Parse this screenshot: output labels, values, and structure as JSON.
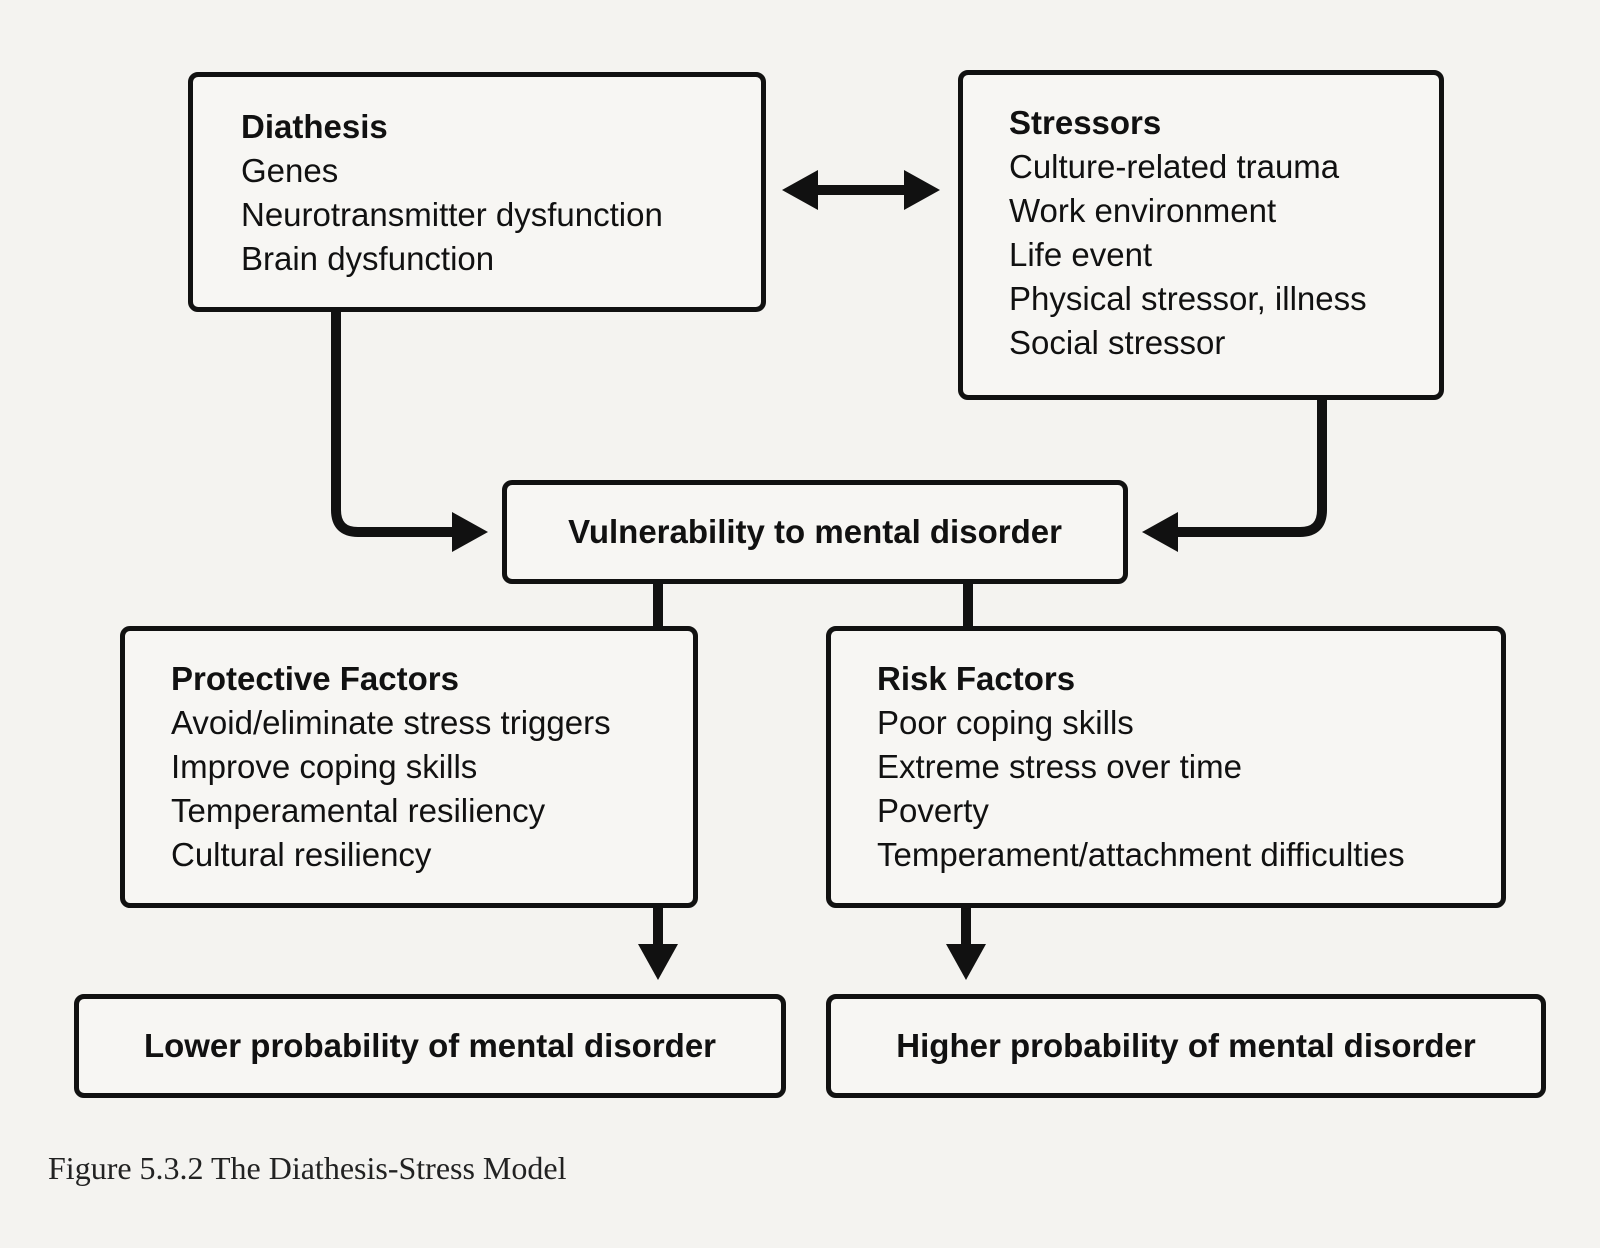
{
  "diathesis": {
    "title": "Diathesis",
    "items": [
      "Genes",
      "Neurotransmitter dysfunction",
      "Brain dysfunction"
    ]
  },
  "stressors": {
    "title": "Stressors",
    "items": [
      "Culture-related trauma",
      "Work environment",
      "Life event",
      "Physical stressor, illness",
      "Social stressor"
    ]
  },
  "vulnerability": {
    "title": "Vulnerability to mental disorder"
  },
  "protective": {
    "title": "Protective Factors",
    "items": [
      "Avoid/eliminate stress triggers",
      "Improve coping skills",
      "Temperamental resiliency",
      "Cultural resiliency"
    ]
  },
  "risk": {
    "title": "Risk Factors",
    "items": [
      "Poor coping skills",
      "Extreme stress over time",
      "Poverty",
      "Temperament/attachment difficulties"
    ]
  },
  "outcomes": {
    "lower": "Lower probability of mental disorder",
    "higher": "Higher probability of mental disorder"
  },
  "caption": "Figure 5.3.2 The Diathesis-Stress Model",
  "colors": {
    "stroke": "#111111",
    "background": "#f4f3f0"
  }
}
